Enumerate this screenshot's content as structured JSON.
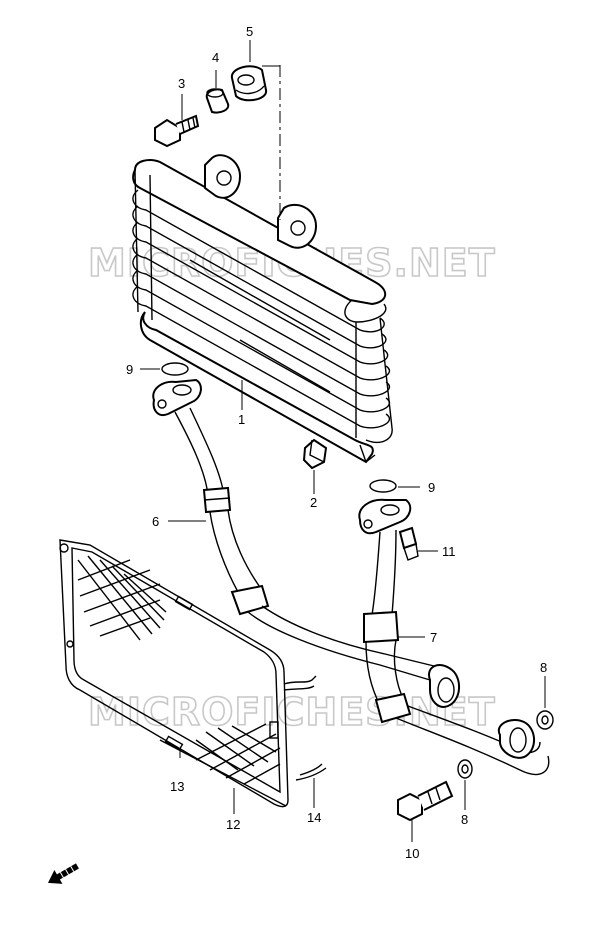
{
  "watermark": {
    "text": "MICROFICHES.NET"
  },
  "callouts": [
    {
      "id": "1",
      "label": "1"
    },
    {
      "id": "2",
      "label": "2"
    },
    {
      "id": "3",
      "label": "3"
    },
    {
      "id": "4",
      "label": "4"
    },
    {
      "id": "5",
      "label": "5"
    },
    {
      "id": "6",
      "label": "6"
    },
    {
      "id": "7",
      "label": "7"
    },
    {
      "id": "8a",
      "label": "8"
    },
    {
      "id": "8b",
      "label": "8"
    },
    {
      "id": "9a",
      "label": "9"
    },
    {
      "id": "9b",
      "label": "9"
    },
    {
      "id": "10",
      "label": "10"
    },
    {
      "id": "11",
      "label": "11"
    },
    {
      "id": "12",
      "label": "12"
    },
    {
      "id": "13",
      "label": "13"
    },
    {
      "id": "14",
      "label": "14"
    }
  ],
  "icons": {
    "front_arrow": "front-arrow-icon"
  }
}
